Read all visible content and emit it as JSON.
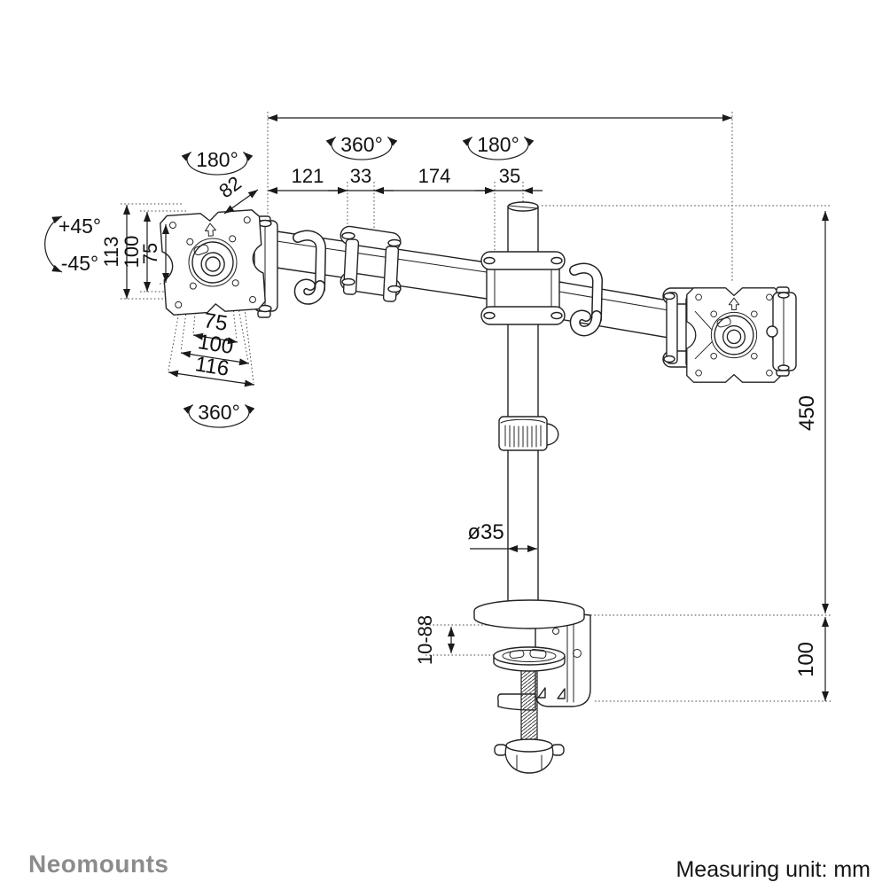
{
  "footer": {
    "brand": "Neomounts",
    "measuring_unit": "Measuring unit: mm"
  },
  "rotations": {
    "plate_swivel_left": "180°",
    "arm_joint_rotation": "360°",
    "pole_rotation": "180°",
    "vesa_rotation": "360°",
    "tilt_up": "+45°",
    "tilt_down": "-45°"
  },
  "dimensions": {
    "plate_depth": "82",
    "arm_segment_1": "121",
    "arm_joint_width": "33",
    "arm_segment_2": "174",
    "pole_offset": "35",
    "plate_total_height": "113",
    "vesa_height_100": "100",
    "vesa_height_75": "75",
    "vesa_width_75": "75",
    "vesa_width_100": "100",
    "plate_total_width": "116",
    "pole_height": "450",
    "clamp_height": "100",
    "pole_diameter": "ø35",
    "clamp_range": "10-88"
  },
  "colors": {
    "line": "#232323",
    "brand_gray": "#8c8c8c",
    "background": "#ffffff"
  }
}
